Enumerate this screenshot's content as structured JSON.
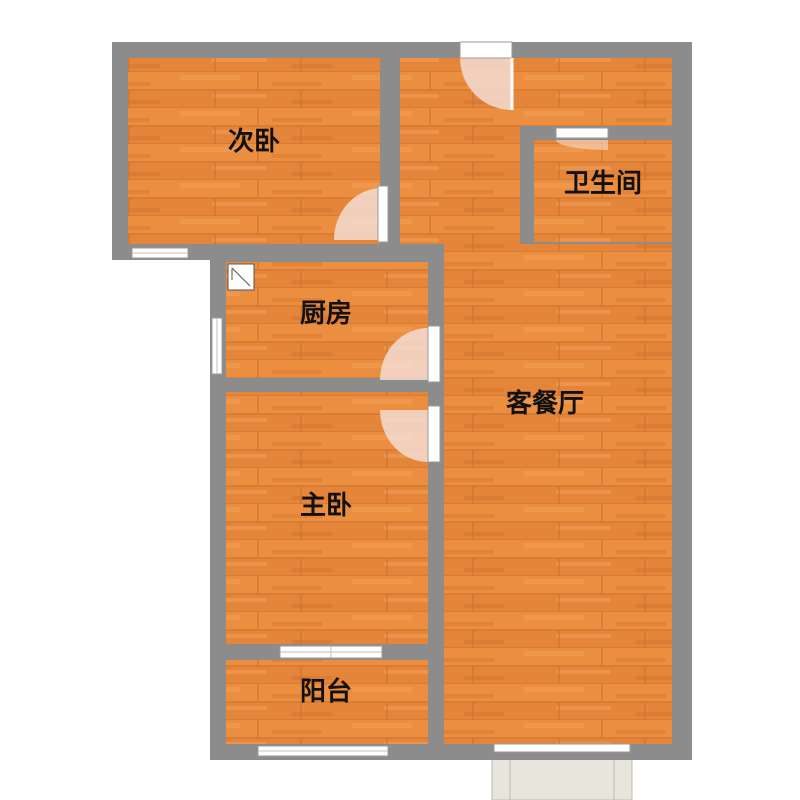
{
  "rooms": {
    "second_bedroom": "次卧",
    "bathroom": "卫生间",
    "kitchen": "厨房",
    "living_dining": "客餐厅",
    "master_bedroom": "主卧",
    "balcony": "阳台"
  },
  "colors": {
    "wall": "#8c8c8c",
    "floor": "#e98a3c",
    "floor_dark": "#c86e26",
    "floor_light": "#f4a25a",
    "door_arc": "#f3dcd2",
    "window": "#ffffff",
    "exterior_step": "#e8e6dc"
  },
  "floor_texture": {
    "plank_row_height": 18,
    "plank_length": 86
  }
}
